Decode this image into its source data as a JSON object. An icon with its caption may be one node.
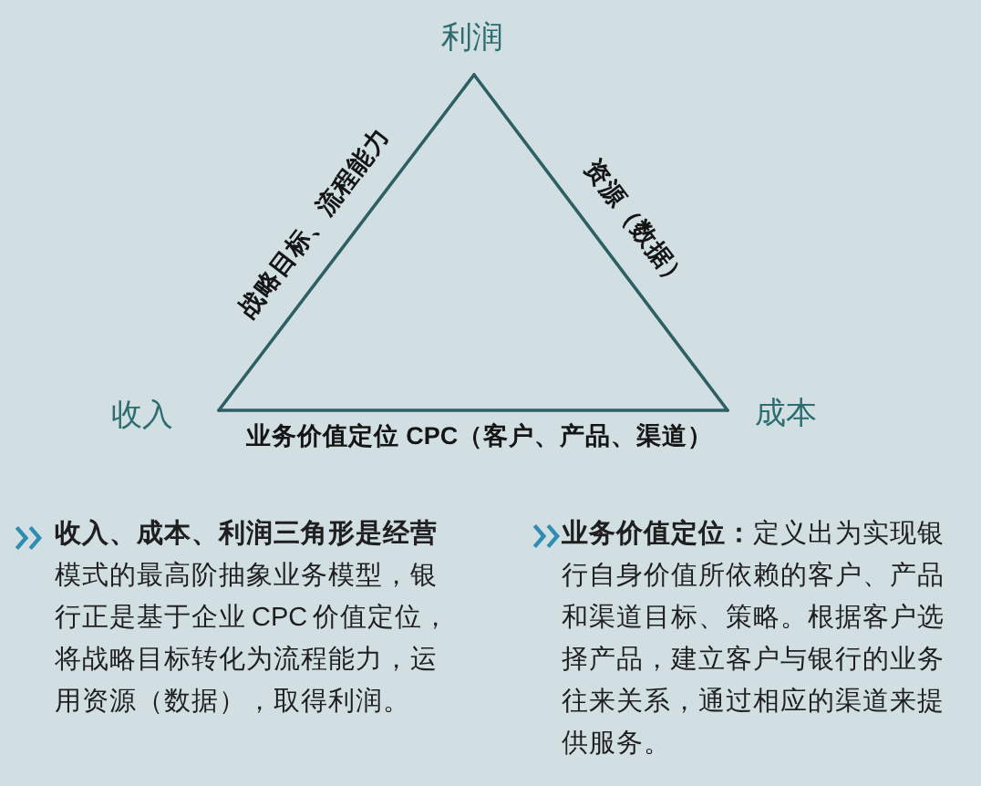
{
  "diagram": {
    "nodes": [
      {
        "text": [
          "利润"
        ]
      },
      {
        "text": [
          "收入"
        ]
      },
      {
        "text": [
          "成本"
        ]
      }
    ],
    "edges": [
      {
        "from": 1,
        "to": 0,
        "arrow": "none",
        "label": "战略目标、流程能力"
      },
      {
        "from": 0,
        "to": 2,
        "arrow": "none",
        "label": "资源（数据）"
      },
      {
        "from": 1,
        "to": 2,
        "arrow": "none",
        "label": "业务价值定位 CPC（客户、产品、渠道）"
      }
    ],
    "labels": [
      "**收入、成本、利润三角形是经营**模式的最高阶抽象业务模型，银行正是基于企业 CPC 价值定位，将战略目标转化为流程能力，运用资源（数据），取得利润。",
      "**业务价值定位：**定义出为实现银行自身价值所依赖的客户、产品和渠道目标、策略。根据客户选择产品，建立客户与银行的业务往来关系，通过相应的渠道来提供服务。"
    ]
  }
}
